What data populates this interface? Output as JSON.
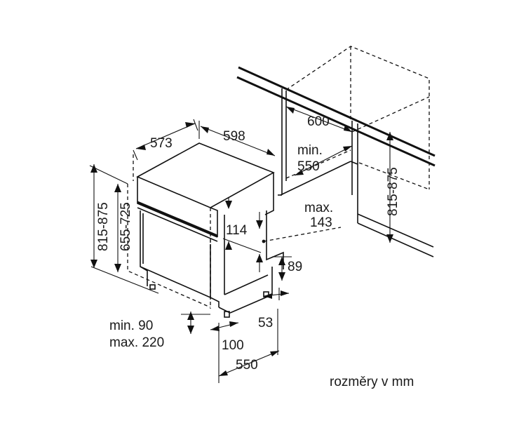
{
  "labels": {
    "appliance_depth": "573",
    "appliance_width": "598",
    "height_range_outer": "815-875",
    "height_range_inner": "655-725",
    "panel_height": "114",
    "plinth_height": "89",
    "niche_width": "600",
    "niche_depth_min": "min.",
    "niche_depth_value": "550",
    "niche_height_range": "815-875",
    "opening_max_word": "max.",
    "opening_max_value": "143",
    "foot_offset": "53",
    "plinth_min": "min. 90",
    "plinth_max": "max. 220",
    "plinth_depth": "100",
    "total_depth": "550",
    "units_note": "rozměry v mm"
  }
}
